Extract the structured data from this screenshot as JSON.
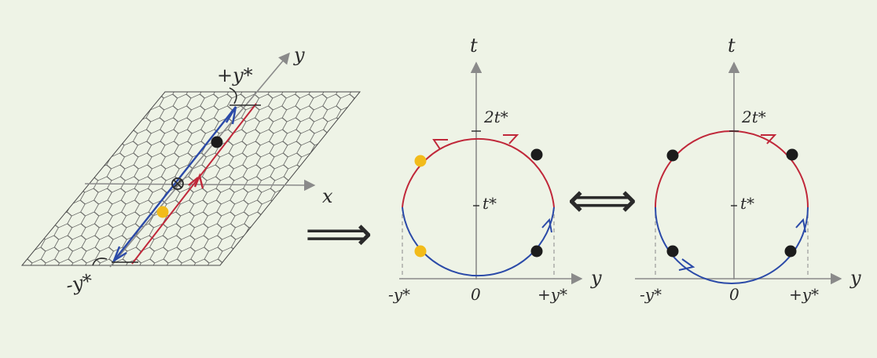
{
  "colors": {
    "paper": "#eef3e6",
    "ink": "#2a2a2a",
    "axis": "#8a8a8a",
    "red": "#c0283a",
    "blue": "#2b4aa8",
    "yellow": "#f2bb1a",
    "black_dot": "#1c1c1c",
    "lattice": "#4a4a4a"
  },
  "left_panel": {
    "label_y": "y",
    "label_x": "x",
    "label_plus_ystar": "+y*",
    "label_minus_ystar": "-y*"
  },
  "implies_symbol": "⟹",
  "equiv_symbol": "⟺",
  "middle_panel": {
    "axis_t": "t",
    "axis_y": "y",
    "label_2tstar": "2t*",
    "label_tstar": "t*",
    "label_minus_ystar": "-y*",
    "label_zero": "0",
    "label_plus_ystar": "+y*",
    "dots": [
      {
        "color": "yellow",
        "position": "upper-left"
      },
      {
        "color": "yellow",
        "position": "lower-left"
      },
      {
        "color": "black",
        "position": "upper-right"
      },
      {
        "color": "black",
        "position": "lower-right"
      }
    ]
  },
  "right_panel": {
    "axis_t": "t",
    "axis_y": "y",
    "label_2tstar": "2t*",
    "label_tstar": "t*",
    "label_minus_ystar": "-y*",
    "label_zero": "0",
    "label_plus_ystar": "+y*",
    "dots": [
      {
        "color": "black",
        "position": "upper-left"
      },
      {
        "color": "black",
        "position": "lower-left"
      },
      {
        "color": "black",
        "position": "upper-right"
      },
      {
        "color": "black",
        "position": "lower-right"
      }
    ]
  }
}
